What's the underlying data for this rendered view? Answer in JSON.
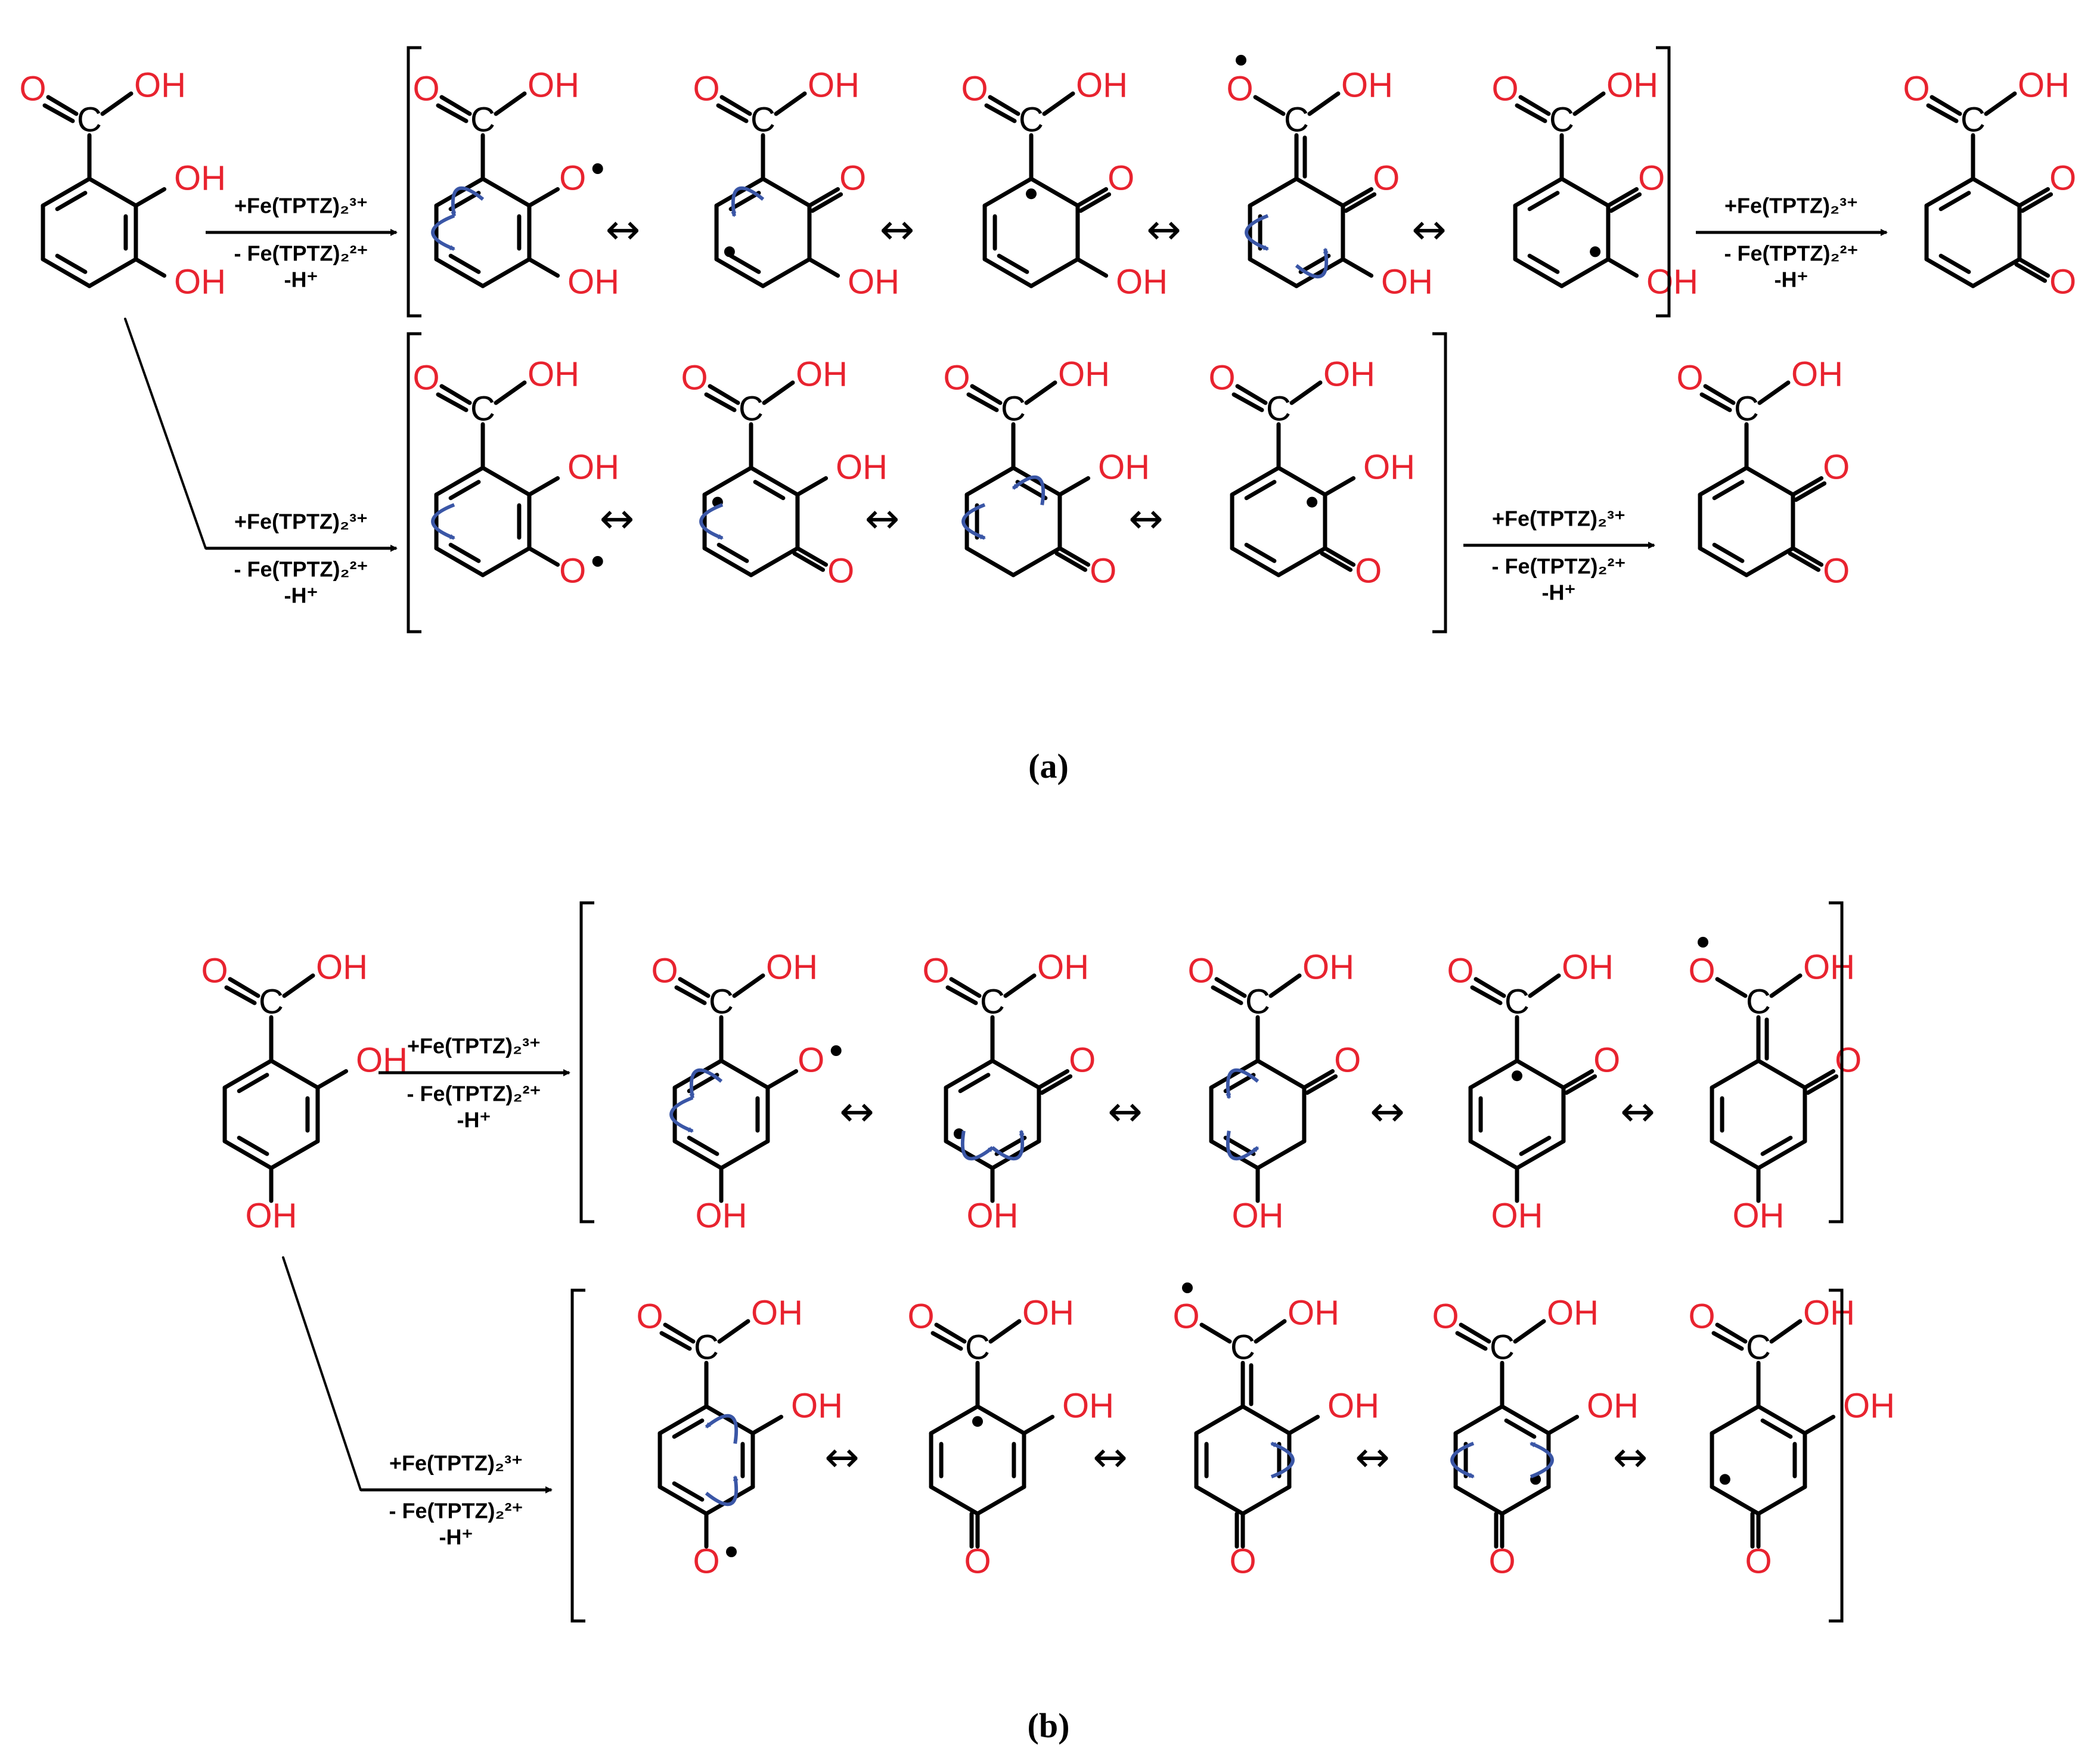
{
  "figure": {
    "panels": [
      {
        "label": "(a)",
        "reactant": {
          "carboxyl_o": "O",
          "carboxyl_oh": "OH",
          "substituents": [
            "OH",
            "OH"
          ]
        },
        "reagents": {
          "plus": "+Fe(TPTZ)₂³⁺",
          "minus": "- Fe(TPTZ)₂²⁺",
          "proton": "-H⁺"
        },
        "resonance_symbol": "↔",
        "rows": [
          {
            "intermediates": 5,
            "product_groups": [
              "O",
              "OH",
              "O",
              "O"
            ]
          },
          {
            "intermediates": 4,
            "product_groups": [
              "O",
              "OH",
              "O",
              "O"
            ]
          }
        ]
      },
      {
        "label": "(b)",
        "reactant": {
          "carboxyl_o": "O",
          "carboxyl_oh": "OH",
          "substituents": [
            "OH",
            "OH"
          ]
        },
        "reagents": {
          "plus": "+Fe(TPTZ)₂³⁺",
          "minus": "- Fe(TPTZ)₂²⁺",
          "proton": "-H⁺"
        },
        "resonance_symbol": "↔",
        "rows": [
          {
            "intermediates": 5
          },
          {
            "intermediates": 5
          }
        ]
      }
    ],
    "atom_labels": {
      "carbon": "C",
      "oxygen": "O",
      "hydroxyl": "OH"
    },
    "colors": {
      "bond": "#000000",
      "heteroatom": "#e8232f",
      "electron_arrow": "#3a56a6",
      "radical": "#000000"
    }
  }
}
